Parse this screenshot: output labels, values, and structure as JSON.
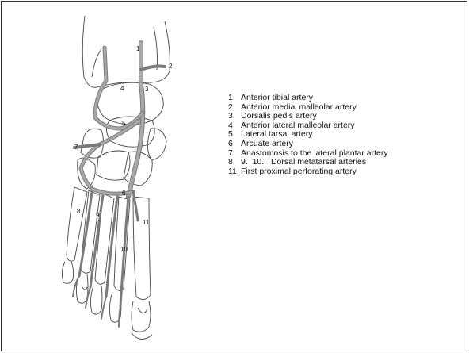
{
  "colors": {
    "artery_fill": "#9a9a9a",
    "bone_stroke": "#444444",
    "text": "#111111",
    "border": "#333333"
  },
  "figure_labels": {
    "l1": "1",
    "l2": "2",
    "l3": "3",
    "l4": "4",
    "l5": "5",
    "l6": "6",
    "l7": "7",
    "l8": "8",
    "l9": "9",
    "l10": "10",
    "l11": "11"
  },
  "legend": [
    {
      "num": "1.",
      "text": "Anterior tibial artery"
    },
    {
      "num": "2.",
      "text": "Anterior medial malleolar artery"
    },
    {
      "num": "3.",
      "text": "Dorsalis pedis artery"
    },
    {
      "num": "4.",
      "text": "Anterior lateral malleolar artery"
    },
    {
      "num": "5.",
      "text": "Lateral tarsal artery"
    },
    {
      "num": "6.",
      "text": "Arcuate artery"
    },
    {
      "num": "7.",
      "text": "Anastomosis to the lateral plantar artery"
    },
    {
      "num": "8.",
      "text": "9.  10.   Dorsal metatarsal arteries"
    },
    {
      "num": "11.",
      "text": "First proximal perforating artery"
    }
  ]
}
